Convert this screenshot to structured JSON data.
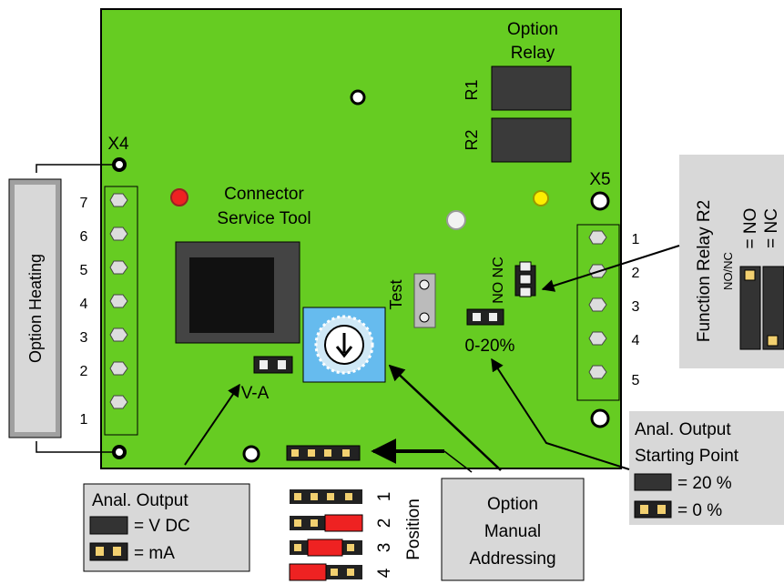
{
  "board": {
    "option_relay_line1": "Option",
    "option_relay_line2": "Relay",
    "r1": "R1",
    "r2": "R2",
    "x4": "X4",
    "x5": "X5",
    "connector_line1": "Connector",
    "connector_line2": "Service Tool",
    "test": "Test",
    "no_nc": "NO NC",
    "range": "0-20%",
    "v_a": "V-A"
  },
  "x4_terminals": [
    "7",
    "6",
    "5",
    "4",
    "3",
    "2",
    "1"
  ],
  "x5_terminals": [
    "1",
    "2",
    "3",
    "4",
    "5"
  ],
  "option_heating": "Option Heating",
  "function_relay": {
    "title": "Function Relay R2",
    "no_nc": "NO/NC",
    "eq_no": "= NO",
    "eq_nc": "= NC"
  },
  "anal_output_start": {
    "line1": "Anal. Output",
    "line2": "Starting Point",
    "item1": "= 20 %",
    "item2": "= 0 %"
  },
  "anal_output_type": {
    "title": "Anal. Output",
    "item1": "= V DC",
    "item2": "= mA"
  },
  "position": {
    "label": "Position",
    "numbers": [
      "1",
      "2",
      "3",
      "4"
    ]
  },
  "manual_addressing": {
    "line1": "Option",
    "line2": "Manual",
    "line3": "Addressing"
  },
  "colors": {
    "board_green": "#66cc22",
    "box_grey": "#d8d8d8",
    "heating_grey": "#a0a0a0",
    "jumper_red": "#ee2222",
    "dial_blue": "#66bbee",
    "led_red": "#ee2222",
    "led_yellow": "#ffee00"
  }
}
